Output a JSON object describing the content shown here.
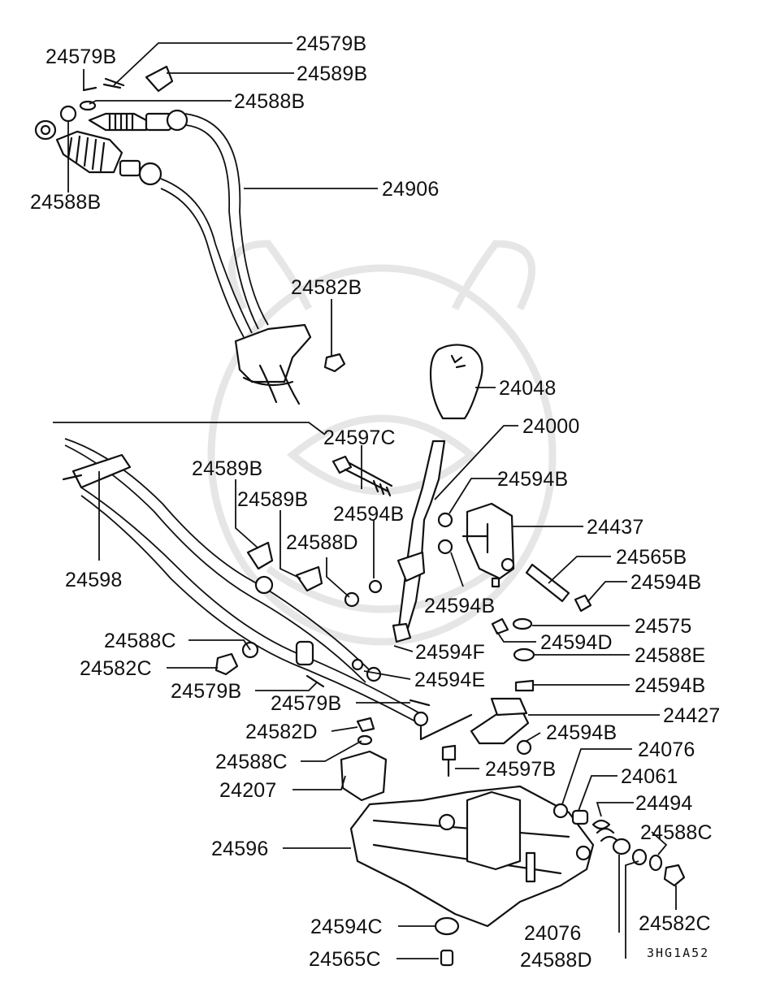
{
  "diagram": {
    "drawing_code": "3HG1A52",
    "labels": {
      "l_24579B_a": "24579B",
      "l_24579B_b": "24579B",
      "l_24589B_a": "24589B",
      "l_24588B_a": "24588B",
      "l_24588B_b": "24588B",
      "l_24906": "24906",
      "l_24582B": "24582B",
      "l_24048": "24048",
      "l_24000": "24000",
      "l_24597C": "24597C",
      "l_24589B_b": "24589B",
      "l_24589B_c": "24589B",
      "l_24594B_a": "24594B",
      "l_24594B_b": "24594B",
      "l_24437": "24437",
      "l_24588D_a": "24588D",
      "l_24565B": "24565B",
      "l_24598": "24598",
      "l_24594B_c": "24594B",
      "l_24594B_d": "24594B",
      "l_24575": "24575",
      "l_24588C_a": "24588C",
      "l_24594F": "24594F",
      "l_24594D": "24594D",
      "l_24582C_a": "24582C",
      "l_24588E": "24588E",
      "l_24594E": "24594E",
      "l_24579B_c": "24579B",
      "l_24594B_e": "24594B",
      "l_24579B_d": "24579B",
      "l_24427": "24427",
      "l_24582D": "24582D",
      "l_24594B_f": "24594B",
      "l_24588C_b": "24588C",
      "l_24076_a": "24076",
      "l_24597B": "24597B",
      "l_24061": "24061",
      "l_24207": "24207",
      "l_24494": "24494",
      "l_24596": "24596",
      "l_24588C_c": "24588C",
      "l_24594C": "24594C",
      "l_24076_b": "24076",
      "l_24582C_b": "24582C",
      "l_24565C": "24565C",
      "l_24588D_b": "24588D"
    }
  }
}
